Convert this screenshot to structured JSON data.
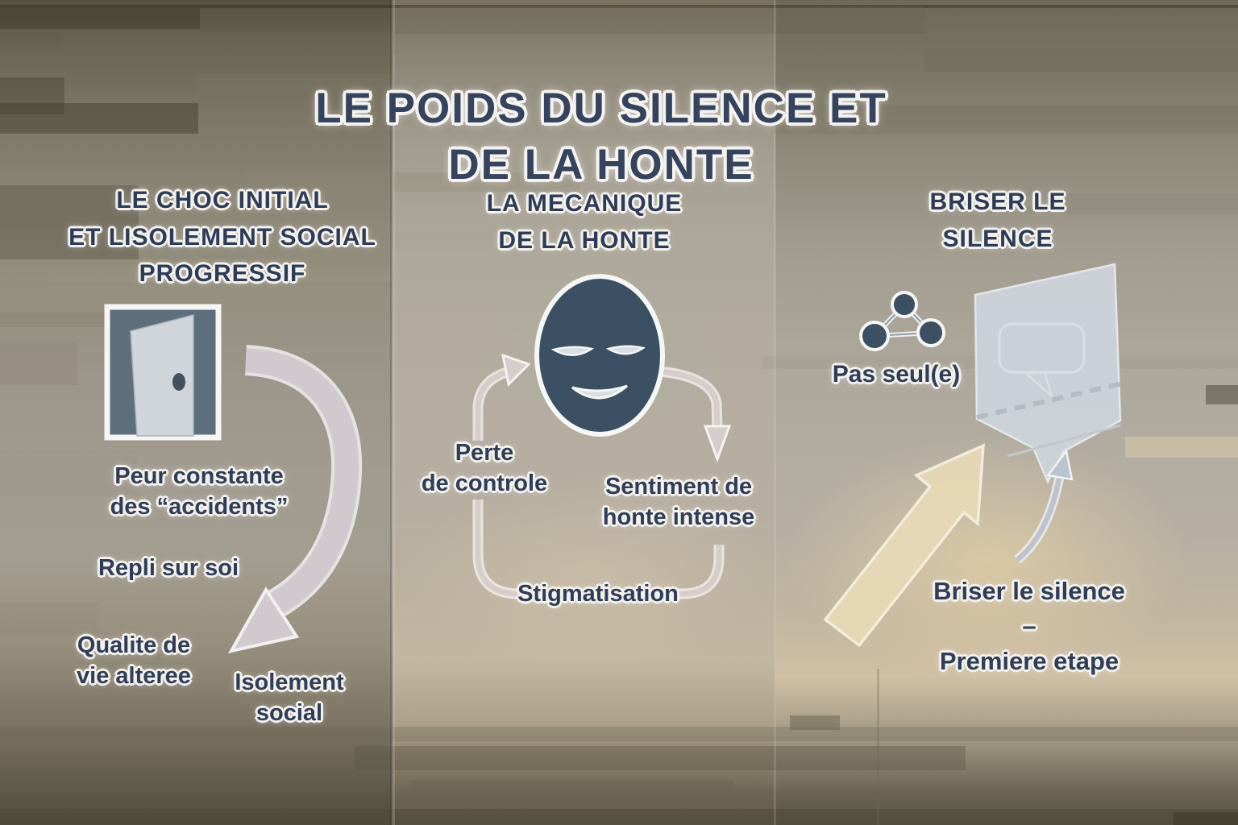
{
  "title": "LE POIDS DU SILENCE ET DE LA HONTE",
  "columns": {
    "choc": {
      "header": "LE CHOC INITIAL\nET LISOLEMENT SOCIAL\nPROGRESSIF",
      "fear": "Peur constante\ndes “accidents”",
      "withdrawal": "Repli sur soi",
      "quality": "Qualite de\nvie alteree",
      "isolation": "Isolement\nsocial"
    },
    "mecanique": {
      "header": "LA MECANIQUE\nDE LA HONTE",
      "loss_of_control": "Perte\nde controle",
      "shame": "Sentiment de\nhonte intense",
      "stigma": "Stigmatisation"
    },
    "briser": {
      "header": "BRISER LE SILENCE",
      "not_alone": "Pas seul(e)",
      "first_step": "Briser le silence –\nPremiere etape"
    }
  },
  "icons": {
    "door": "open-door-icon",
    "sad_face": "sad-face-icon",
    "network": "network-nodes-icon",
    "speech_panel": "speech-bubble-panel-icon",
    "spiral_arrow": "downward-curved-arrow",
    "cycle": "cycle-loop-arrows",
    "growth_arrow": "upward-diagonal-arrow",
    "rise_arrow": "upward-curved-arrow"
  },
  "colors": {
    "text_navy": "#2e3d58",
    "icon_slate": "#3c5063",
    "arrow_lavender": "#d0c9ce",
    "loop_pink": "#d6ccc9",
    "arrow_tan": "#e7d8b6",
    "arrow_blue_gray": "#bac4ce",
    "bubble_gray": "#cdd4dc",
    "halo_white": "#f3f1ec"
  }
}
